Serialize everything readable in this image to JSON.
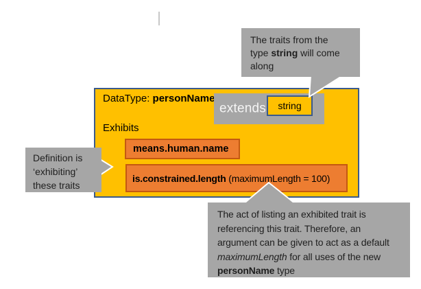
{
  "colors": {
    "canvas_bg": "#ffffff",
    "main_fill": "#FFC000",
    "main_border": "#3a5a8c",
    "trait_fill": "#ED7D31",
    "trait_border": "#c45911",
    "gray": "#a6a6a6",
    "callout_text": "#1f1f1f",
    "extends_text": "#f5f5f5",
    "stray_line": "#c8c8c8"
  },
  "diagram": {
    "title_prefix": "DataType: ",
    "title_name": "personName",
    "extends_label": "extends",
    "base_type": "string",
    "exhibits_label": "Exhibits",
    "trait1": "means.human.name",
    "trait2_name": "is.constrained.length",
    "trait2_args": " (maximumLength = 100)"
  },
  "callouts": {
    "top": {
      "line1": "The traits from the",
      "line2_pre": "type ",
      "line2_bold": "string",
      "line2_post": " will come",
      "line3": "along"
    },
    "left": {
      "line1": "Definition is",
      "line2": "‘exhibiting’",
      "line3": "these traits"
    },
    "bottom": {
      "line1": "The act of listing an exhibited trait is",
      "line2": "referencing this trait. Therefore, an",
      "line3": "argument can be given to act as a default",
      "line4_italic": "maximumLength",
      "line4_post": " for all uses of the new",
      "line5_bold": "personName",
      "line5_post": " type"
    }
  }
}
